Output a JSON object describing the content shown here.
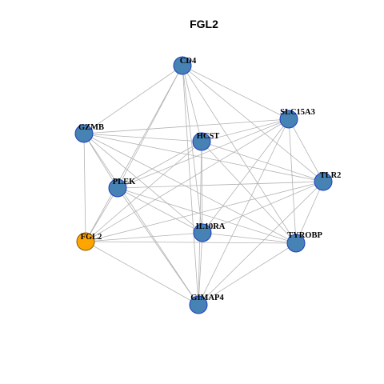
{
  "title": "FGL2",
  "colors": {
    "node_default": "#4682B4",
    "node_highlight": "#FFA500",
    "node_border": "#1F3FBF",
    "edge": "#b3b3b3",
    "background": "#ffffff"
  },
  "nodes": [
    {
      "id": "CD4",
      "label": "CD4",
      "highlight": false
    },
    {
      "id": "SLC15A3",
      "label": "SLC15A3",
      "highlight": false
    },
    {
      "id": "GZMB",
      "label": "GZMB",
      "highlight": false
    },
    {
      "id": "HCST",
      "label": "HCST",
      "highlight": false
    },
    {
      "id": "TLR2",
      "label": "TLR2",
      "highlight": false
    },
    {
      "id": "PLEK",
      "label": "PLEK",
      "highlight": false
    },
    {
      "id": "IL10RA",
      "label": "IL10RA",
      "highlight": false
    },
    {
      "id": "FGL2",
      "label": "FGL2",
      "highlight": true
    },
    {
      "id": "TYROBP",
      "label": "TYROBP",
      "highlight": false
    },
    {
      "id": "GIMAP4",
      "label": "GIMAP4",
      "highlight": false
    }
  ],
  "edges": [
    [
      "CD4",
      "SLC15A3"
    ],
    [
      "CD4",
      "GZMB"
    ],
    [
      "CD4",
      "HCST"
    ],
    [
      "CD4",
      "TLR2"
    ],
    [
      "CD4",
      "PLEK"
    ],
    [
      "CD4",
      "IL10RA"
    ],
    [
      "CD4",
      "FGL2"
    ],
    [
      "CD4",
      "TYROBP"
    ],
    [
      "CD4",
      "GIMAP4"
    ],
    [
      "SLC15A3",
      "GZMB"
    ],
    [
      "SLC15A3",
      "HCST"
    ],
    [
      "SLC15A3",
      "TLR2"
    ],
    [
      "SLC15A3",
      "PLEK"
    ],
    [
      "SLC15A3",
      "IL10RA"
    ],
    [
      "SLC15A3",
      "FGL2"
    ],
    [
      "SLC15A3",
      "TYROBP"
    ],
    [
      "SLC15A3",
      "GIMAP4"
    ],
    [
      "GZMB",
      "HCST"
    ],
    [
      "GZMB",
      "TLR2"
    ],
    [
      "GZMB",
      "PLEK"
    ],
    [
      "GZMB",
      "IL10RA"
    ],
    [
      "GZMB",
      "FGL2"
    ],
    [
      "GZMB",
      "TYROBP"
    ],
    [
      "GZMB",
      "GIMAP4"
    ],
    [
      "HCST",
      "TLR2"
    ],
    [
      "HCST",
      "PLEK"
    ],
    [
      "HCST",
      "IL10RA"
    ],
    [
      "HCST",
      "FGL2"
    ],
    [
      "HCST",
      "TYROBP"
    ],
    [
      "HCST",
      "GIMAP4"
    ],
    [
      "TLR2",
      "PLEK"
    ],
    [
      "TLR2",
      "IL10RA"
    ],
    [
      "TLR2",
      "FGL2"
    ],
    [
      "TLR2",
      "TYROBP"
    ],
    [
      "TLR2",
      "GIMAP4"
    ],
    [
      "PLEK",
      "IL10RA"
    ],
    [
      "PLEK",
      "FGL2"
    ],
    [
      "PLEK",
      "TYROBP"
    ],
    [
      "PLEK",
      "GIMAP4"
    ],
    [
      "IL10RA",
      "FGL2"
    ],
    [
      "IL10RA",
      "TYROBP"
    ],
    [
      "IL10RA",
      "GIMAP4"
    ],
    [
      "FGL2",
      "TYROBP"
    ],
    [
      "FGL2",
      "GIMAP4"
    ],
    [
      "TYROBP",
      "GIMAP4"
    ]
  ]
}
